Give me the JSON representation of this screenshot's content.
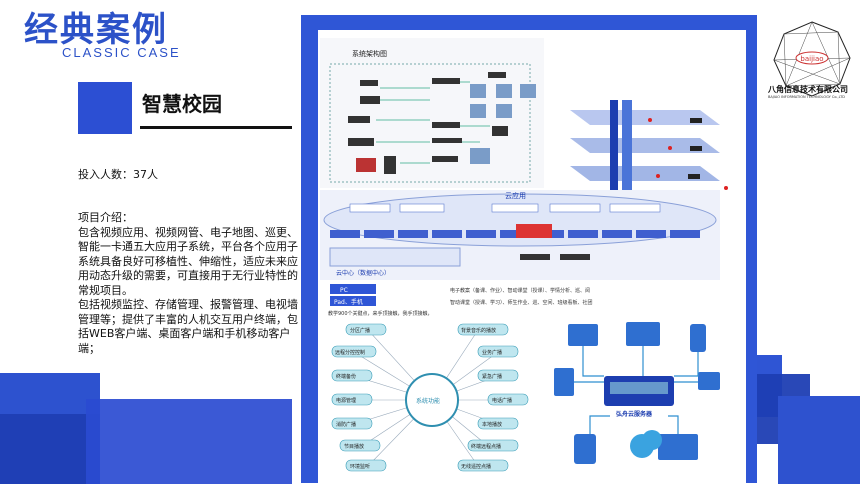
{
  "header": {
    "title": "经典案例",
    "subtitle": "CLASSIC    CASE"
  },
  "case": {
    "title": "智慧校园",
    "participants": "投入人数：37人",
    "intro_heading": "项目介绍：",
    "intro_paragraphs": [
      "包含视频应用、视频网管、电子地图、巡更、智能一卡通五大应用子系统，平台各个应用子系统具备良好可移植性、伸缩性，适应未来应用动态升级的需要，可直接用于无行业特性的常规项目。",
      "包括视频监控、存储管理、报警管理、电视墙管理等；提供了丰富的人机交互用户终端，包括WEB客户端、桌面客户端和手机移动客户端；"
    ]
  },
  "logo": {
    "mark": "baijiao",
    "name": "八角信息技术有限公司",
    "name_en": "BAJIAO INFORMATION TECHNOLOGY Co.,LTD"
  },
  "collage": {
    "arch_title": "系统架构图",
    "cloud_title": "云应用",
    "cloud_center": "云中心（数据中心）",
    "func_center": "系统功能",
    "func_items": [
      "分区广播",
      "背景音乐的播放",
      "远程分控控制",
      "业务广播",
      "终端备份",
      "紧急广播",
      "电源管理",
      "电话广播",
      "消防广播",
      "本地播放",
      "节目播放",
      "终端远程点播",
      "环境监听",
      "无线遥控点播"
    ],
    "server_label": "弘舟云服务器",
    "pc_label": "PC",
    "pad_label": "Pad、手机",
    "edu_text": "电子教案（备课、作业）、智动课堂（授课）、学情分析、巡、阅",
    "edu_text2": "智动课堂（授课、学习）、师生作业、巡、空间、班级看板、社团",
    "caption": "教学900个关键点，来手顶接触，我手顶接触，"
  }
}
